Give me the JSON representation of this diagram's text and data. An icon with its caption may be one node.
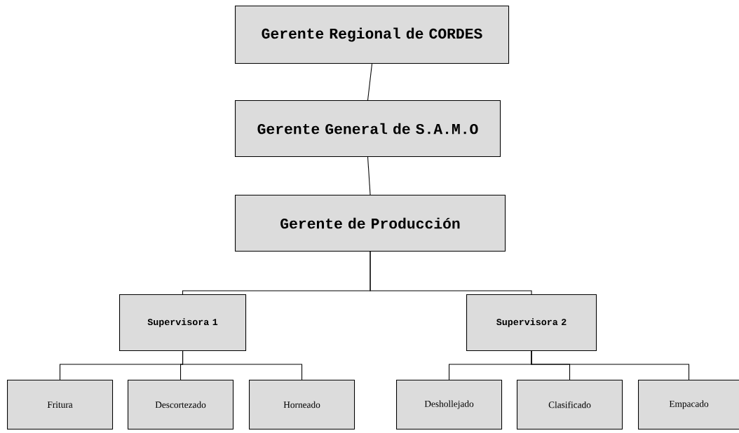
{
  "diagram": {
    "nodes": [
      {
        "text": [
          "Gerente Regional de CORDES"
        ]
      },
      {
        "text": [
          "Gerente General de S.A.M.O"
        ]
      },
      {
        "text": [
          "Gerente de Producción"
        ]
      },
      {
        "text": [
          "Supervisora 1"
        ]
      },
      {
        "text": [
          "Supervisora 2"
        ]
      },
      {
        "text": [
          "Fritura"
        ]
      },
      {
        "text": [
          "Descortezado"
        ]
      },
      {
        "text": [
          "Horneado"
        ]
      },
      {
        "text": [
          "Deshollejado"
        ]
      },
      {
        "text": [
          "Clasificado"
        ]
      },
      {
        "text": [
          "Empacado"
        ]
      }
    ],
    "edges": [
      {
        "from": 0,
        "to": 1,
        "arrow": "none"
      },
      {
        "from": 1,
        "to": 2,
        "arrow": "none"
      },
      {
        "from": 2,
        "to": 3,
        "arrow": "none"
      },
      {
        "from": 2,
        "to": 4,
        "arrow": "none"
      },
      {
        "from": 3,
        "to": 5,
        "arrow": "none"
      },
      {
        "from": 3,
        "to": 6,
        "arrow": "none"
      },
      {
        "from": 3,
        "to": 7,
        "arrow": "none"
      },
      {
        "from": 4,
        "to": 8,
        "arrow": "none"
      },
      {
        "from": 4,
        "to": 9,
        "arrow": "none"
      },
      {
        "from": 4,
        "to": 10,
        "arrow": "none"
      }
    ]
  }
}
